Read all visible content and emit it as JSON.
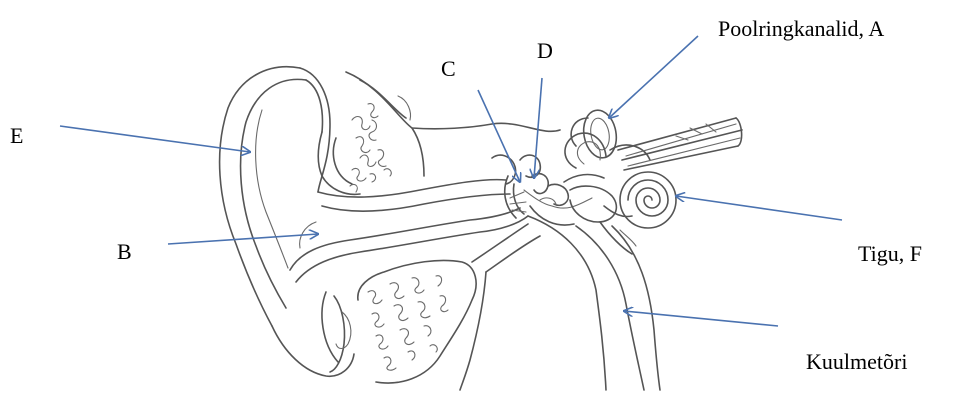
{
  "labels": {
    "e": "E",
    "b": "B",
    "c": "C",
    "d": "D",
    "a": "Poolringkanalid, A",
    "f": "Tigu, F",
    "k": "Kuulmetõri"
  },
  "colors": {
    "arrow": "#4a72b0",
    "drawing": "#555555",
    "text": "#000000"
  }
}
